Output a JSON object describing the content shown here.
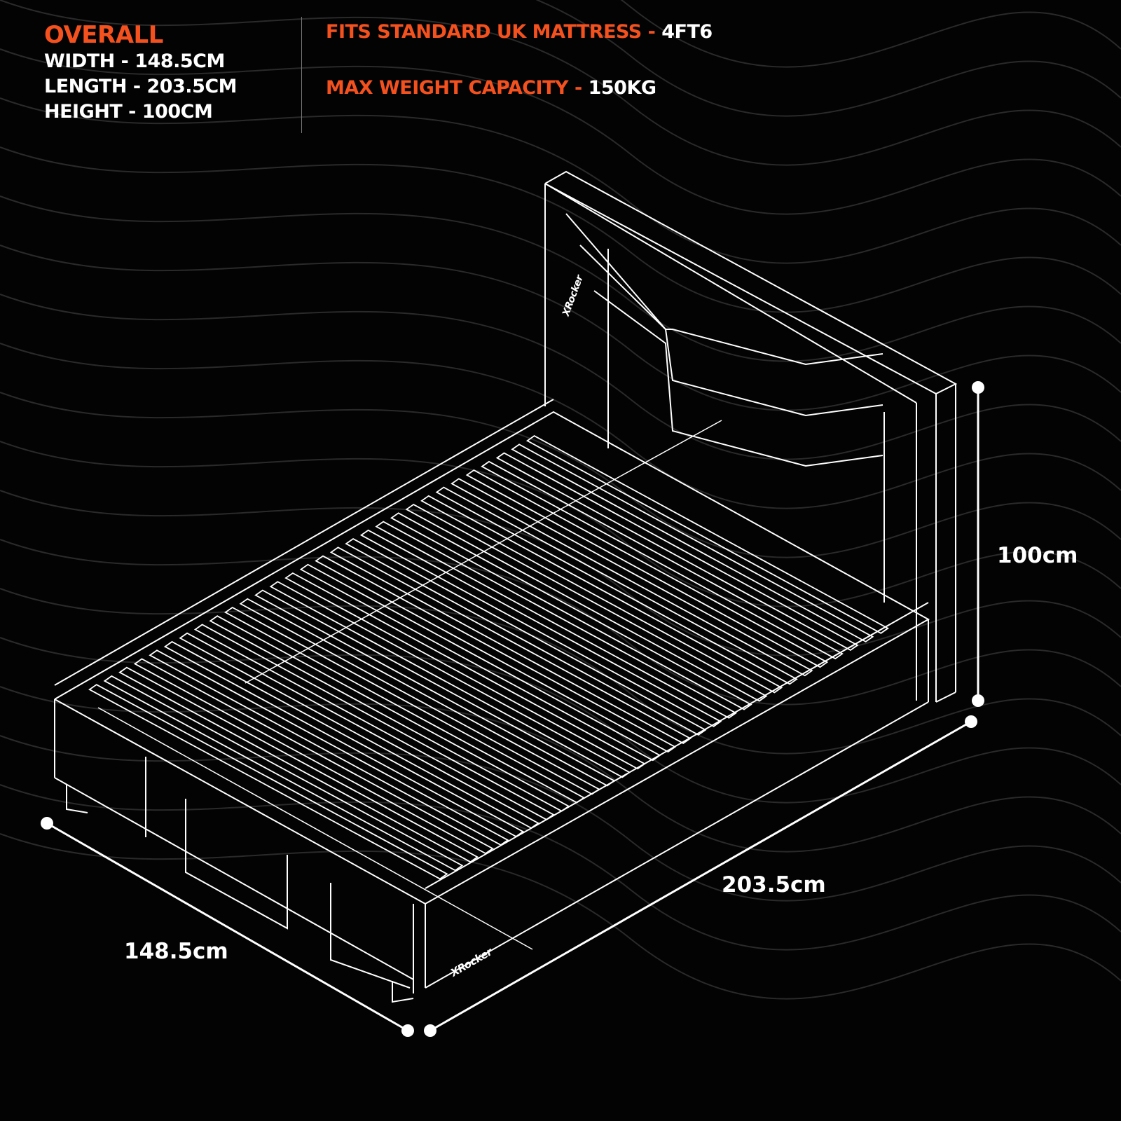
{
  "overall": {
    "title": "OVERALL",
    "width": "WIDTH - 148.5CM",
    "length": "LENGTH - 203.5CM",
    "height": "HEIGHT - 100CM"
  },
  "specs": {
    "mattress_label": "FITS STANDARD UK MATTRESS - ",
    "mattress_value": "4FT6",
    "weight_label": "MAX WEIGHT CAPACITY - ",
    "weight_value": "150KG"
  },
  "dimensions": {
    "height": "100cm",
    "length": "203.5cm",
    "width": "148.5cm"
  },
  "brand": "XRocker",
  "colors": {
    "accent": "#f4511e",
    "text": "#ffffff",
    "background": "#030303"
  }
}
